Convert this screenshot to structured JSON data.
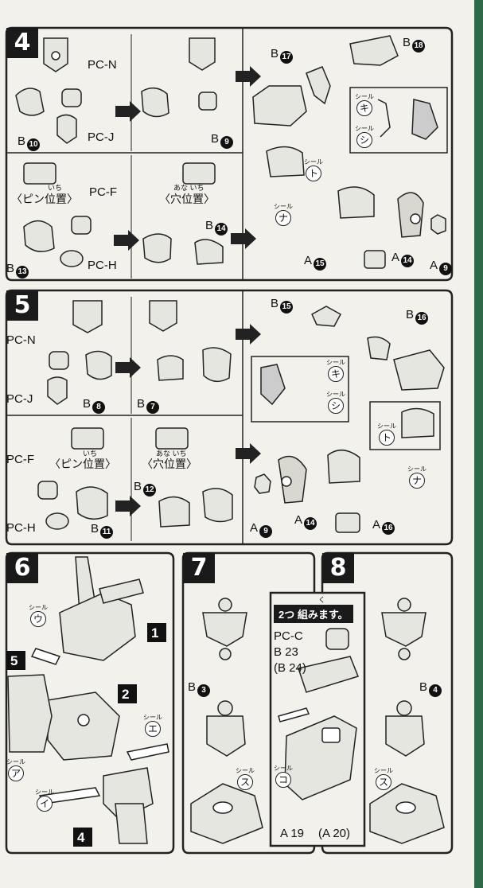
{
  "steps": {
    "s4": "4",
    "s5": "5",
    "s6": "6",
    "s7": "7",
    "s8": "8"
  },
  "section4": {
    "pc_n": "PC-N",
    "pc_j": "PC-J",
    "b10_letter": "B",
    "b10_num": "10",
    "b9_letter": "B",
    "b9_num": "9",
    "pc_f": "PC-F",
    "pc_h": "PC-H",
    "pin_pos": "〈ピン位置〉",
    "hole_pos": "〈穴位置〉",
    "ruby_ichi": "いち",
    "ruby_ana": "あな いち",
    "b13_letter": "B",
    "b13_num": "13",
    "b14_letter": "B",
    "b14_num": "14",
    "b17_letter": "B",
    "b17_num": "17",
    "b18_letter": "B",
    "b18_num": "18",
    "a15_letter": "A",
    "a15_num": "15",
    "a14_letter": "A",
    "a14_num": "14",
    "a9_letter": "A",
    "a9_num": "9",
    "seal_caption": "シール",
    "seal_to": "ト",
    "seal_na": "ナ",
    "seal_ki": "キ",
    "seal_shi": "シ"
  },
  "section5": {
    "pc_n": "PC-N",
    "pc_j": "PC-J",
    "b8_letter": "B",
    "b8_num": "8",
    "b7_letter": "B",
    "b7_num": "7",
    "pc_f": "PC-F",
    "pc_h": "PC-H",
    "pin_pos": "〈ピン位置〉",
    "hole_pos": "〈穴位置〉",
    "ruby_ichi": "いち",
    "ruby_ana": "あな いち",
    "b11_letter": "B",
    "b11_num": "11",
    "b12_letter": "B",
    "b12_num": "12",
    "b15_letter": "B",
    "b15_num": "15",
    "b16_letter": "B",
    "b16_num": "16",
    "a9_letter": "A",
    "a9_num": "9",
    "a14_letter": "A",
    "a14_num": "14",
    "a16_letter": "A",
    "a16_num": "16",
    "seal_caption": "シール",
    "seal_ki": "キ",
    "seal_shi": "シ",
    "seal_to": "ト",
    "seal_na": "ナ"
  },
  "section6": {
    "seal_caption": "シール",
    "seal_u": "ウ",
    "seal_a": "ア",
    "seal_e": "エ",
    "seal_i": "イ",
    "part1": "1",
    "part2": "2",
    "part4": "4",
    "part5": "5"
  },
  "section7": {
    "b3_letter": "B",
    "b3_num": "3",
    "seal_caption": "シール",
    "seal_su": "ス"
  },
  "center": {
    "make_two": "2つ 組みます。",
    "ruby_ku": "く",
    "pc_c": "PC-C",
    "b23": "B 23",
    "b24": "(B 24)",
    "seal_caption": "シール",
    "seal_ko": "コ",
    "a19": "A 19",
    "a20": "(A 20)"
  },
  "section8": {
    "b4_letter": "B",
    "b4_num": "4",
    "seal_caption": "シール",
    "seal_su": "ス"
  }
}
